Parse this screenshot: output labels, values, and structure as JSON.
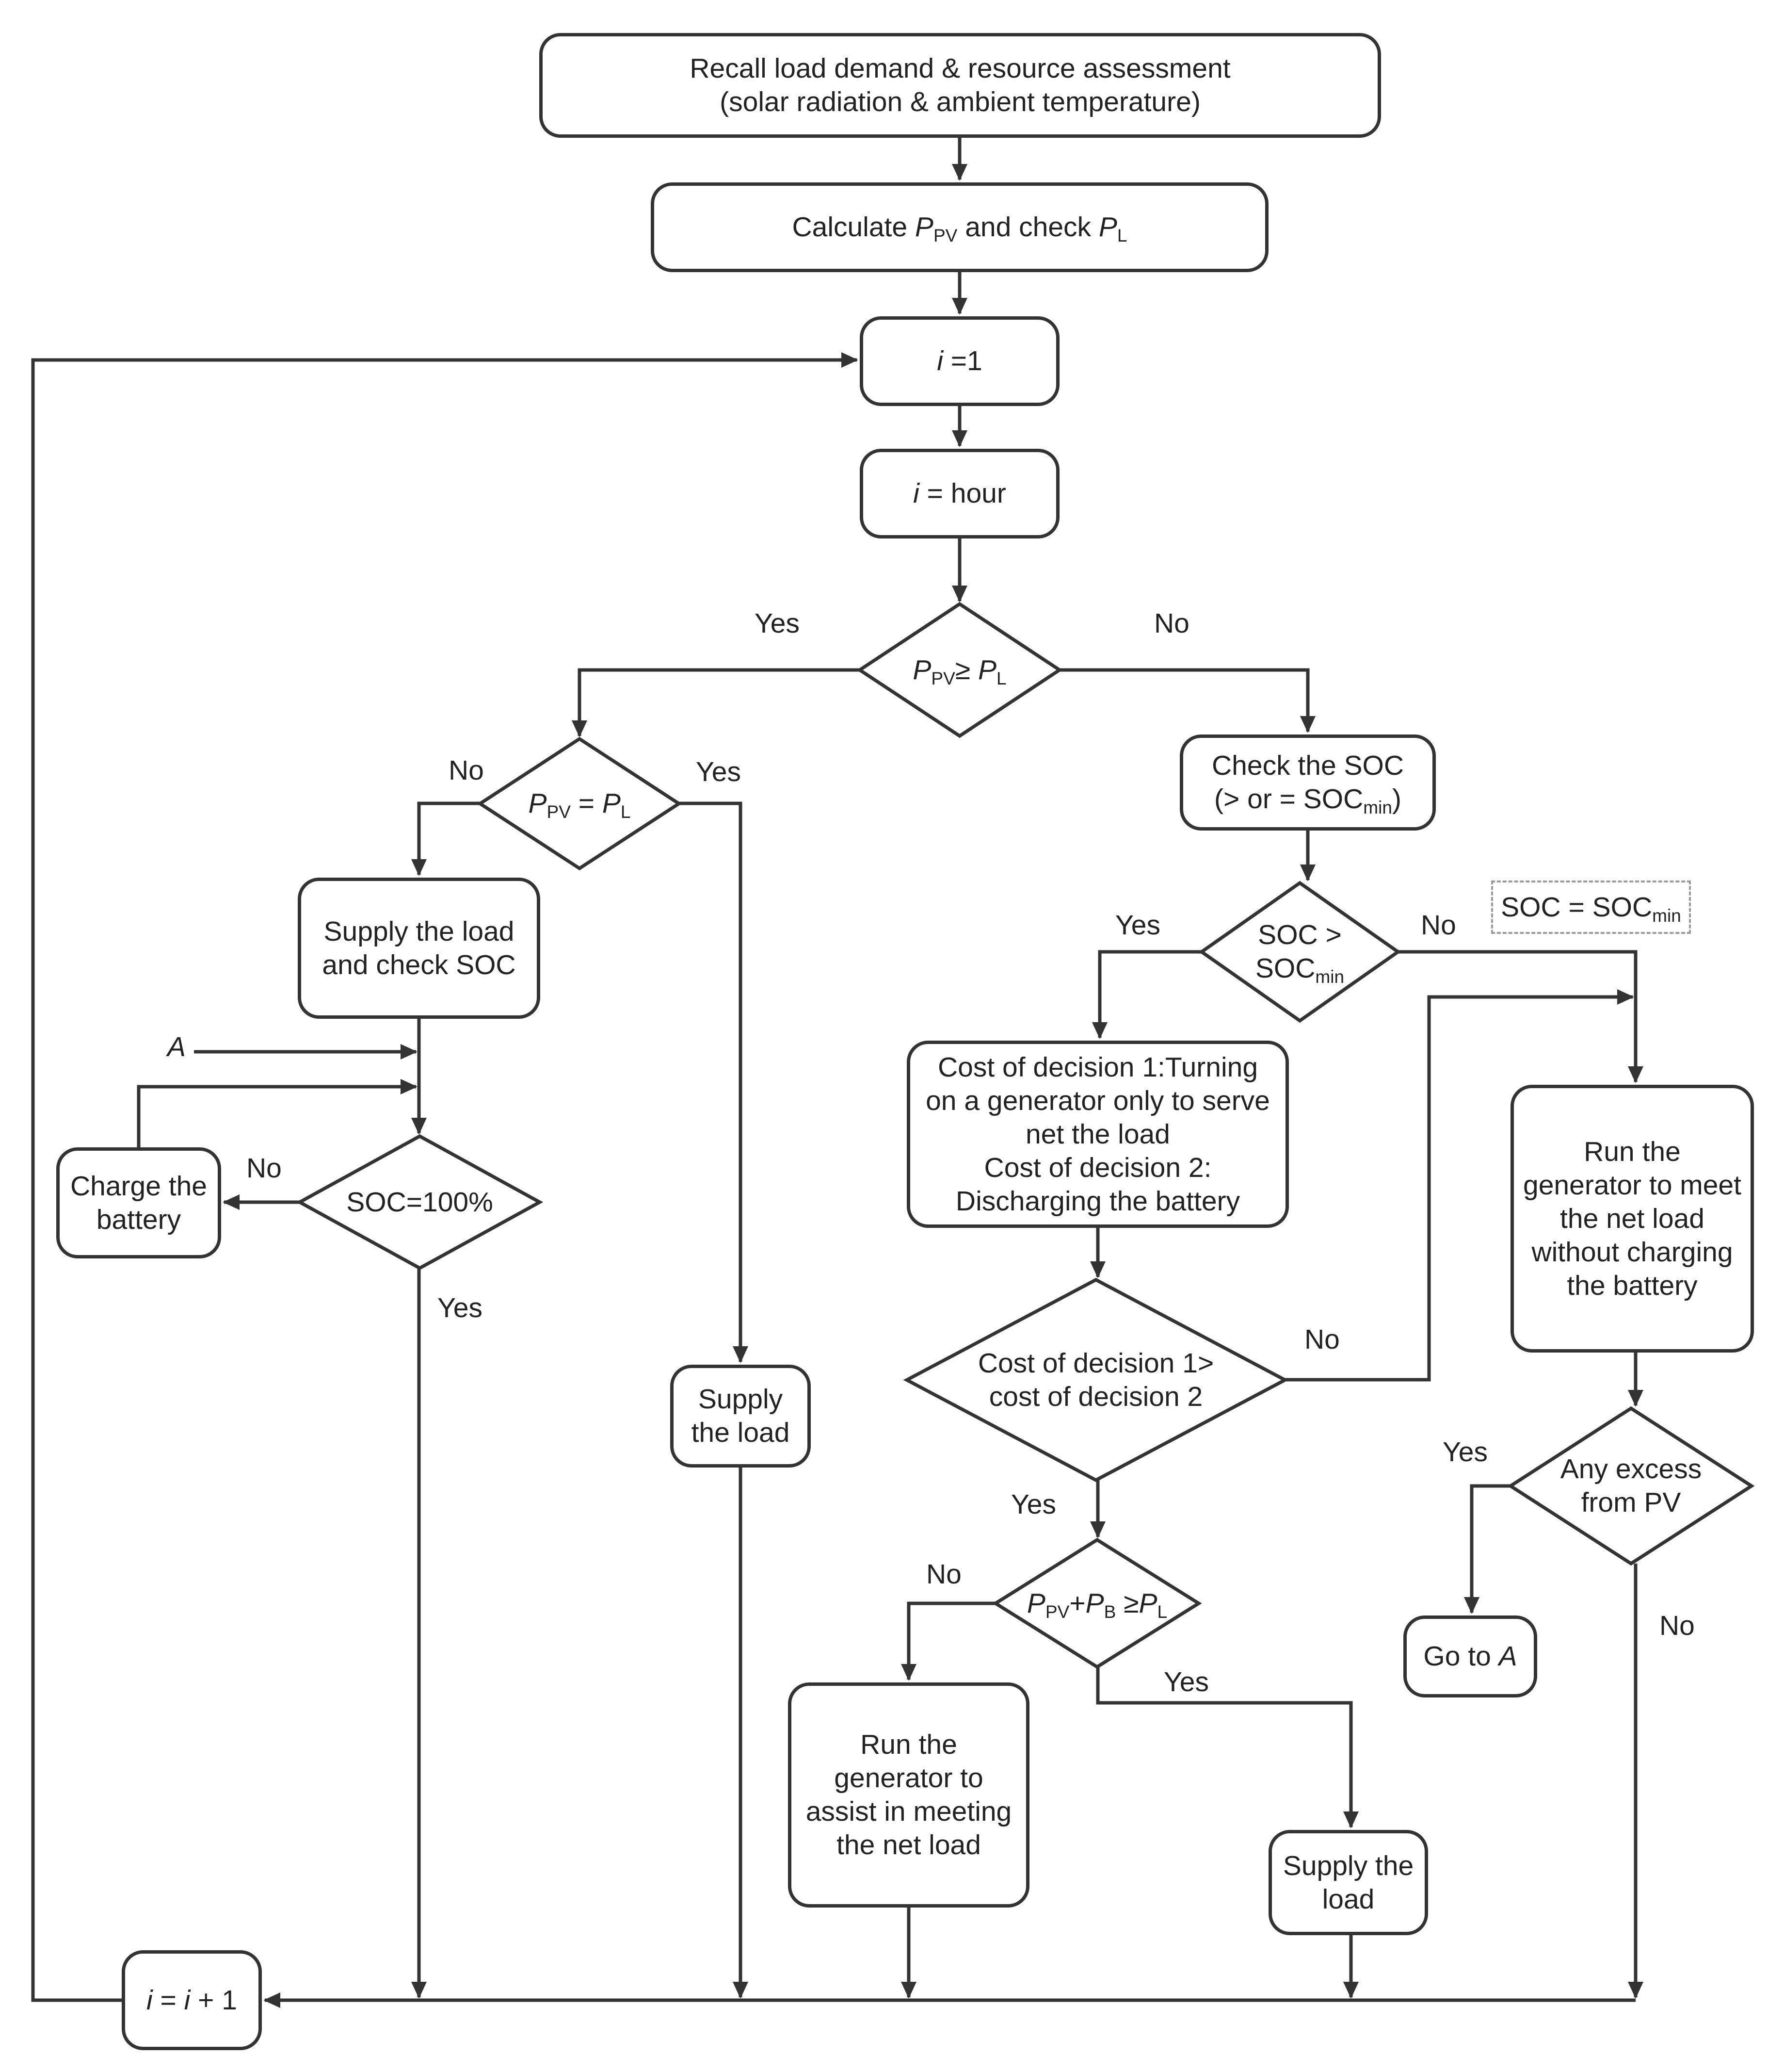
{
  "nodes": {
    "recall": [
      "Recall load demand & resource assessment",
      "(solar radiation & ambient temperature)"
    ],
    "calculate": [
      [
        {
          "t": "Calculate "
        },
        {
          "t": "P",
          "i": 1
        },
        {
          "t": "PV",
          "s": 1
        },
        {
          "t": " and check "
        },
        {
          "t": "P",
          "i": 1
        },
        {
          "t": "L",
          "s": 1
        }
      ]
    ],
    "i_eq_1": [
      [
        {
          "t": "i",
          "i": 1
        },
        {
          "t": " =1"
        }
      ]
    ],
    "i_eq_hour": [
      [
        {
          "t": "i",
          "i": 1
        },
        {
          "t": " = hour"
        }
      ]
    ],
    "ppv_ge_pl": [
      [
        {
          "t": "P",
          "i": 1
        },
        {
          "t": "PV",
          "s": 1
        },
        {
          "t": "≥ "
        },
        {
          "t": "P",
          "i": 1
        },
        {
          "t": "L",
          "s": 1
        }
      ]
    ],
    "ppv_eq_pl": [
      [
        {
          "t": "P",
          "i": 1
        },
        {
          "t": "PV",
          "s": 1
        },
        {
          "t": " = "
        },
        {
          "t": "P",
          "i": 1
        },
        {
          "t": "L",
          "s": 1
        }
      ]
    ],
    "check_soc": [
      "Check the SOC",
      [
        {
          "t": "(> or = SOC"
        },
        {
          "t": "min",
          "s": 1
        },
        {
          "t": ")"
        }
      ]
    ],
    "soc_gt_min": [
      "SOC >",
      [
        {
          "t": "SOC"
        },
        {
          "t": "min",
          "s": 1
        }
      ]
    ],
    "soc_eq_min_note": [
      [
        {
          "t": "SOC = SOC"
        },
        {
          "t": "min",
          "s": 1
        }
      ]
    ],
    "supply_check_soc": [
      "Supply the load",
      "and check SOC"
    ],
    "cost_of_decision": [
      "Cost of decision 1:Turning",
      "on a generator only to serve",
      "net the load",
      "Cost of decision 2:",
      "Discharging the battery"
    ],
    "charge_battery": [
      "Charge the",
      "battery"
    ],
    "soc_100": [
      "SOC=100%"
    ],
    "run_gen_no_charge": [
      "Run the",
      "generator to meet",
      "the net load",
      "without charging",
      "the battery"
    ],
    "cost_compare": [
      "Cost of decision 1>",
      "cost of decision 2"
    ],
    "supply_load_mid": [
      "Supply",
      "the load"
    ],
    "any_excess_pv": [
      "Any excess",
      "from PV"
    ],
    "ppv_pb_ge_pl": [
      [
        {
          "t": "P",
          "i": 1
        },
        {
          "t": "PV",
          "s": 1
        },
        {
          "t": "+"
        },
        {
          "t": "P",
          "i": 1
        },
        {
          "t": "B",
          "s": 1
        },
        {
          "t": " ≥"
        },
        {
          "t": "P",
          "i": 1
        },
        {
          "t": "L",
          "s": 1
        }
      ]
    ],
    "go_to_a": [
      [
        {
          "t": "Go to "
        },
        {
          "t": "A",
          "i": 1
        }
      ]
    ],
    "run_gen_assist": [
      "Run the",
      "generator to",
      "assist in meeting",
      "the net load"
    ],
    "supply_load_right": [
      "Supply the",
      "load"
    ],
    "i_increment": [
      [
        {
          "t": "i",
          "i": 1
        },
        {
          "t": " = "
        },
        {
          "t": "i",
          "i": 1
        },
        {
          "t": " + 1"
        }
      ]
    ]
  },
  "labels": {
    "yes_ppv_ge_pl": "Yes",
    "no_ppv_ge_pl": "No",
    "no_ppv_eq_pl": "No",
    "yes_ppv_eq_pl": "Yes",
    "yes_soc_gt_min": "Yes",
    "no_soc_gt_min": "No",
    "connector_a": "A",
    "no_soc_100": "No",
    "yes_soc_100": "Yes",
    "no_cost_compare": "No",
    "yes_any_excess": "Yes",
    "yes_cost_compare": "Yes",
    "no_ppv_pb": "No",
    "no_any_excess": "No",
    "yes_ppv_pb": "Yes"
  },
  "colors": {
    "stroke": "#333333",
    "text": "#222222",
    "note_border": "#9a9a9a"
  }
}
